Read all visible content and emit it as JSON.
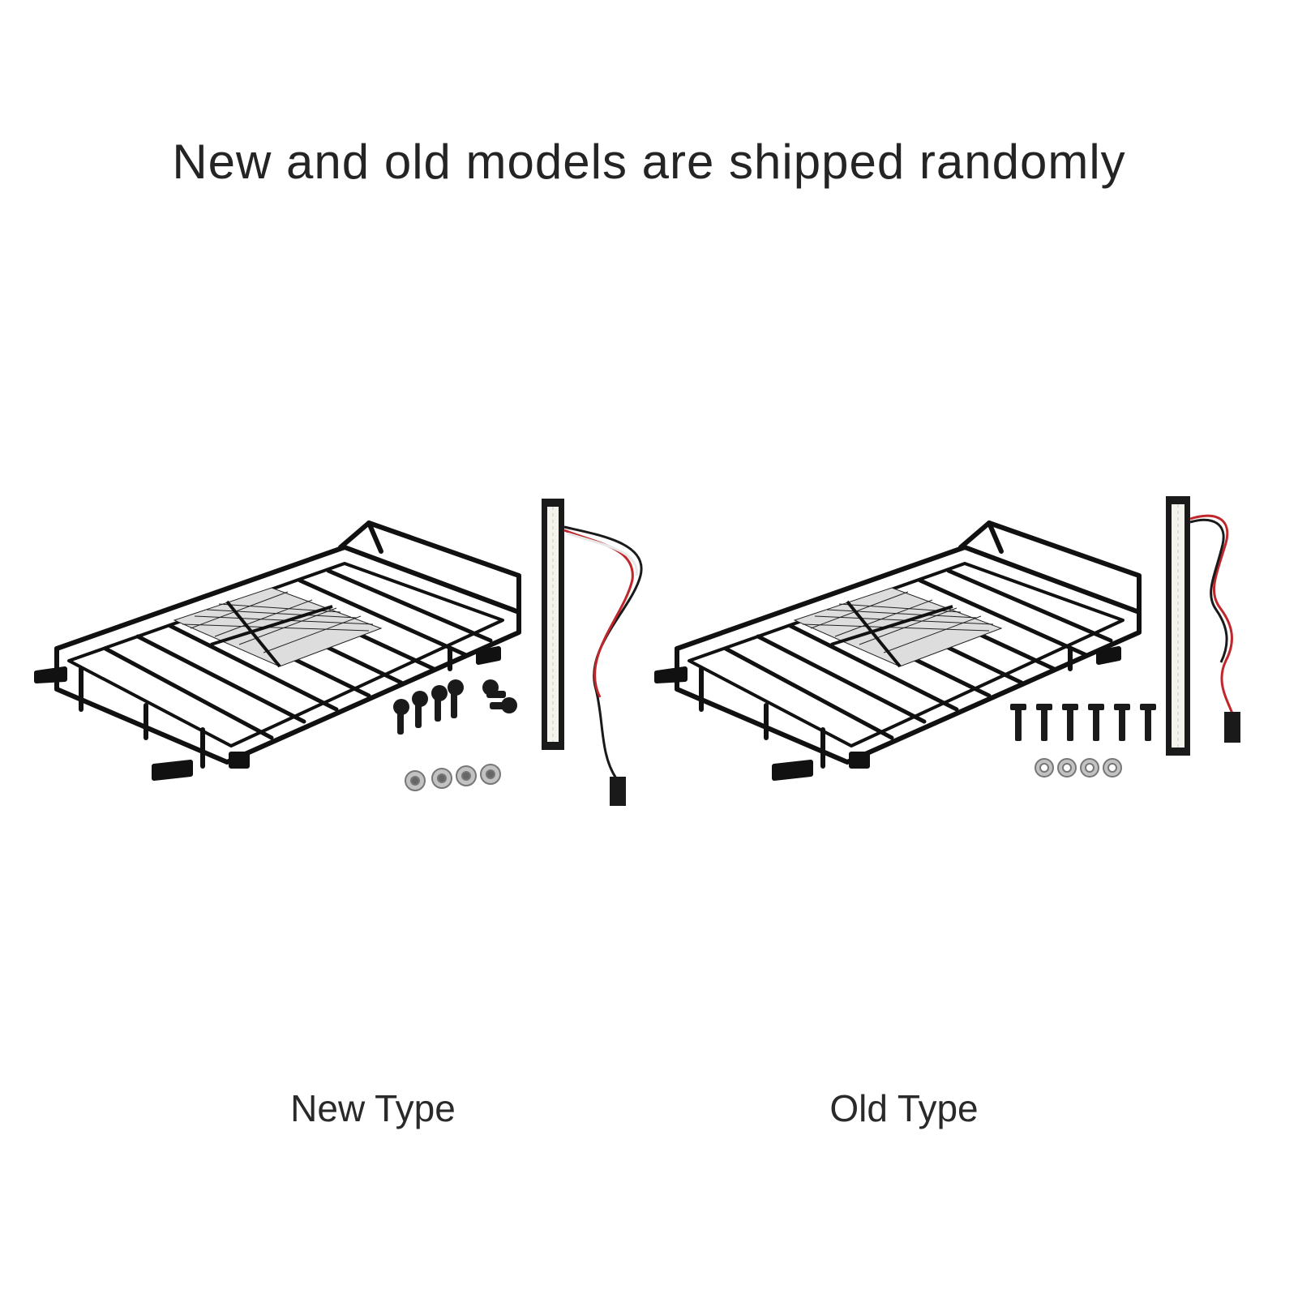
{
  "headline": "New and old models are shipped randomly",
  "variants": [
    {
      "label": "New Type"
    },
    {
      "label": "Old Type"
    }
  ],
  "colors": {
    "frame": "#111111",
    "led_light": "#f4f4ec",
    "wire_red": "#c0262b",
    "wire_white": "#e8e8e8",
    "nut": "#b9b9b9"
  }
}
